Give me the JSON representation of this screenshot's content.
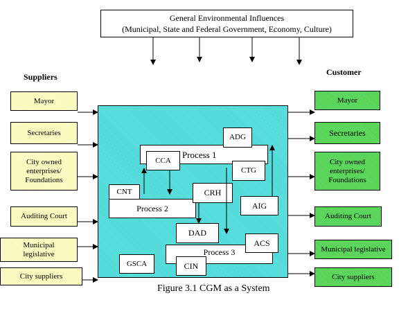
{
  "environment": {
    "line1": "General Environmental Influences",
    "line2": "(Municipal, State and Federal Government, Economy, Culture)"
  },
  "suppliers": {
    "title": "Suppliers",
    "items": [
      {
        "label": "Mayor"
      },
      {
        "label": "Secretaries"
      },
      {
        "label": "City owned enterprises/ Foundations"
      },
      {
        "label": "Auditing Court"
      },
      {
        "label": "Municipal legislative"
      },
      {
        "label": "City suppliers"
      }
    ]
  },
  "customers": {
    "title": "Customer",
    "items": [
      {
        "label": "Mayor"
      },
      {
        "label": "Secretaries"
      },
      {
        "label": "City owned enterprises/ Foundations"
      },
      {
        "label": "Auditing Court"
      },
      {
        "label": "Municipal legislative"
      },
      {
        "label": "City suppliers"
      }
    ]
  },
  "system": {
    "processes": [
      "Process 1",
      "Process 2",
      "Process 3"
    ],
    "units": {
      "adg": "ADG",
      "cca": "CCA",
      "ctg": "CTG",
      "cnt": "CNT",
      "crh": "CRH",
      "aig": "AIG",
      "dad": "DAD",
      "acs": "ACS",
      "gsca": "GSCA",
      "cin": "CIN"
    }
  },
  "caption": "Figure 3.1 CGM as a System",
  "colors": {
    "supplier_fill": "#ffffc8",
    "customer_fill": "#66e066",
    "system_fill": "#66e3e3"
  }
}
